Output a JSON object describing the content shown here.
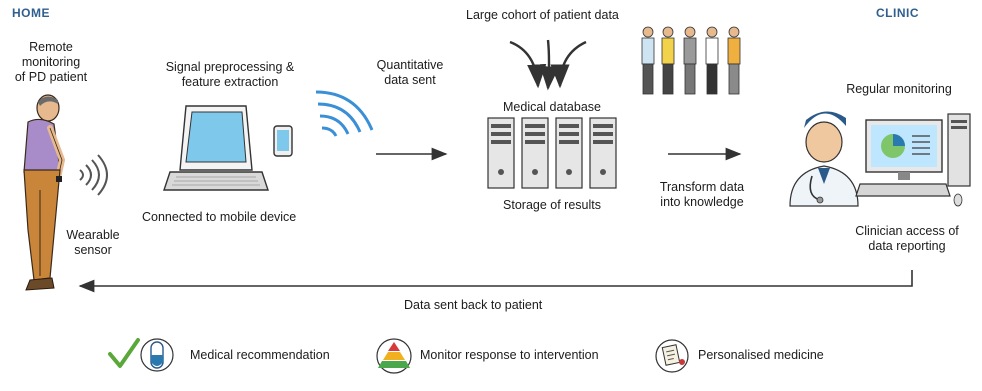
{
  "headers": {
    "home": "HOME",
    "clinic": "CLINIC"
  },
  "home": {
    "patient_caption": "Remote\nmonitoring\nof PD patient",
    "sensor_caption": "Wearable\nsensor"
  },
  "device": {
    "processing_caption": "Signal preprocessing &\nfeature extraction",
    "connected_caption": "Connected to mobile device"
  },
  "transfer": {
    "quantitative_caption": "Quantitative\ndata sent",
    "transform_caption": "Transform data\ninto knowledge",
    "back_caption": "Data sent back to patient"
  },
  "database": {
    "cohort_caption": "Large cohort of patient data",
    "title": "Medical database",
    "storage_caption": "Storage of results"
  },
  "clinic": {
    "monitoring_caption": "Regular monitoring",
    "access_caption": "Clinician access of\ndata reporting"
  },
  "legend": {
    "item1": "Medical recommendation",
    "item2": "Monitor response to intervention",
    "item3": "Personalised medicine"
  },
  "colors": {
    "wifi": "#3a8fd6",
    "check": "#5aa83a",
    "shirt": "#a88cc9",
    "pants": "#c9853a",
    "arrow": "#333333",
    "header": "#2f5f8f"
  }
}
